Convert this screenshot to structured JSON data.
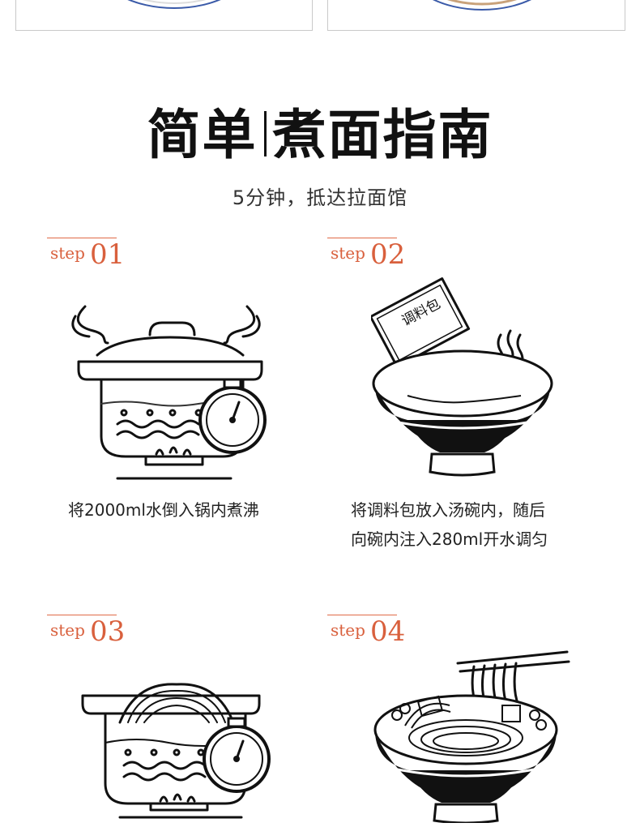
{
  "guide": {
    "title_left": "简单",
    "title_right": "煮面指南",
    "subtitle": "5分钟，抵达拉面馆"
  },
  "steps": [
    {
      "word": "step",
      "number": "01",
      "text": "将2000ml水倒入锅内煮沸"
    },
    {
      "word": "step",
      "number": "02",
      "line1": "将调料包放入汤碗内，随后",
      "line2": "向碗内注入280ml开水调匀",
      "packet_label": "调料包"
    },
    {
      "word": "step",
      "number": "03"
    },
    {
      "word": "step",
      "number": "04"
    }
  ],
  "colors": {
    "accent": "#d9603d",
    "ink": "#111111"
  },
  "icons": [
    "pot-boiling-icon",
    "stopwatch-icon",
    "seasoning-packet-icon",
    "soup-bowl-icon",
    "noodles-in-pot-icon",
    "noodle-bowl-chopsticks-icon"
  ]
}
